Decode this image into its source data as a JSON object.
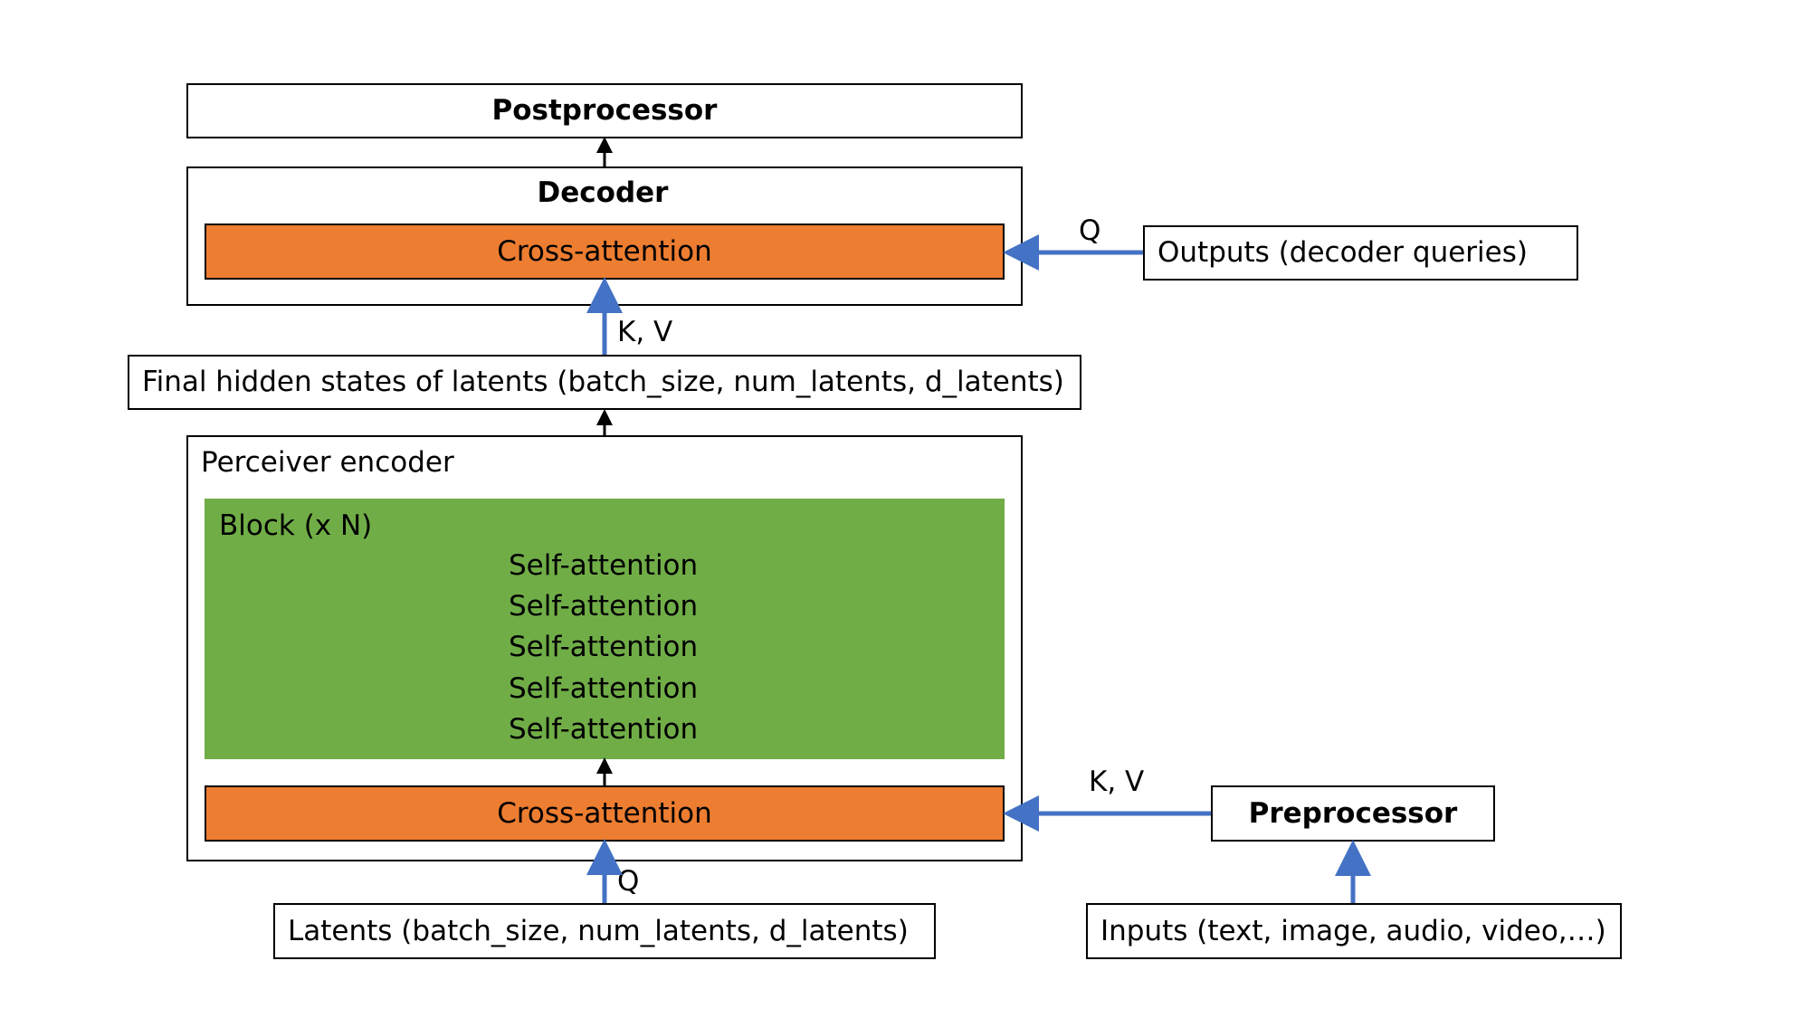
{
  "diagram": {
    "postprocessor": "Postprocessor",
    "decoder": {
      "title": "Decoder",
      "cross_attention": "Cross-attention"
    },
    "decoder_query_label": "Q",
    "outputs_box": "Outputs (decoder queries)",
    "decoder_kv_label": "K, V",
    "final_hidden": "Final hidden states of latents (batch_size, num_latents, d_latents)",
    "encoder": {
      "title": "Perceiver encoder",
      "block": {
        "title": "Block (x N)",
        "layers": [
          "Self-attention",
          "Self-attention",
          "Self-attention",
          "Self-attention",
          "Self-attention"
        ]
      },
      "cross_attention": "Cross-attention"
    },
    "encoder_kv_label": "K, V",
    "preprocessor": "Preprocessor",
    "encoder_query_label": "Q",
    "latents_box": "Latents (batch_size, num_latents, d_latents)",
    "inputs_box": "Inputs (text, image, audio, video,…)",
    "colors": {
      "orange": "#ED7D31",
      "green": "#70AD47",
      "blue_arrow": "#4472C4",
      "black_arrow": "#000000"
    }
  }
}
